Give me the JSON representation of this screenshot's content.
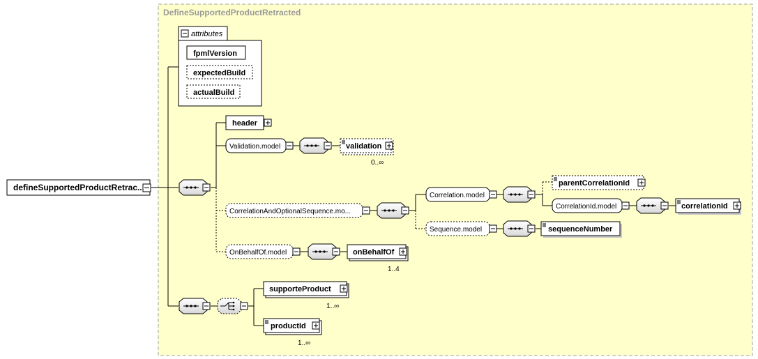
{
  "complex_type": "DefineSupportedProductRetracted",
  "root": "defineSupportedProductRetrac...",
  "attributes_group": {
    "label": "attributes",
    "items": [
      "fpmlVersion",
      "expectedBuild",
      "actualBuild"
    ]
  },
  "elements": {
    "header": "header",
    "validation_model": "Validation.model",
    "validation": "validation",
    "validation_card": "0..∞",
    "correlation_optional_model": "CorrelationAndOptionalSequence.mo...",
    "correlation_model": "Correlation.model",
    "parent_correlation_id": "parentCorrelationId",
    "correlation_id_model": "CorrelationId.model",
    "correlation_id": "correlationId",
    "sequence_model": "Sequence.model",
    "sequence_number": "sequenceNumber",
    "on_behalf_of_model": "OnBehalfOf.model",
    "on_behalf_of": "onBehalfOf",
    "on_behalf_of_card": "1..4",
    "supporte_product": "supporteProduct",
    "supporte_product_card": "1..∞",
    "product_id": "productId",
    "product_id_card": "1..∞"
  },
  "colors": {
    "panel_fill": "#ffffcc",
    "panel_border": "#a0a0a0",
    "box_fill": "#ffffff",
    "line": "#000000"
  }
}
